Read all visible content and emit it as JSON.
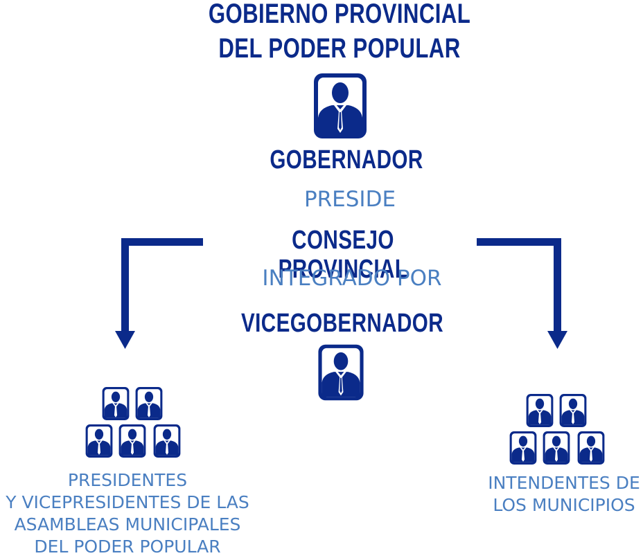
{
  "title": {
    "line1": "GOBIERNO PROVINCIAL",
    "line2": "DEL PODER POPULAR"
  },
  "gobernador": "GOBERNADOR",
  "preside": "PRESIDE",
  "consejo": "CONSEJO  PROVINCIAL",
  "integrado": "INTEGRADO POR",
  "vicegobernador": "VICEGOBERNADOR",
  "left_group": {
    "line1": "PRESIDENTES",
    "line2": "Y VICEPRESIDENTES DE LAS",
    "line3": "ASAMBLEAS MUNICIPALES",
    "line4": "DEL PODER POPULAR"
  },
  "right_group": {
    "line1": "INTENDENTES DE",
    "line2": "LOS MUNICIPIOS"
  },
  "colors": {
    "dark_blue": "#0b2a8a",
    "light_blue": "#4a7fc1",
    "background": "#ffffff"
  },
  "icons": [
    "person-icon",
    "arrow-down-left-icon",
    "arrow-down-right-icon"
  ]
}
